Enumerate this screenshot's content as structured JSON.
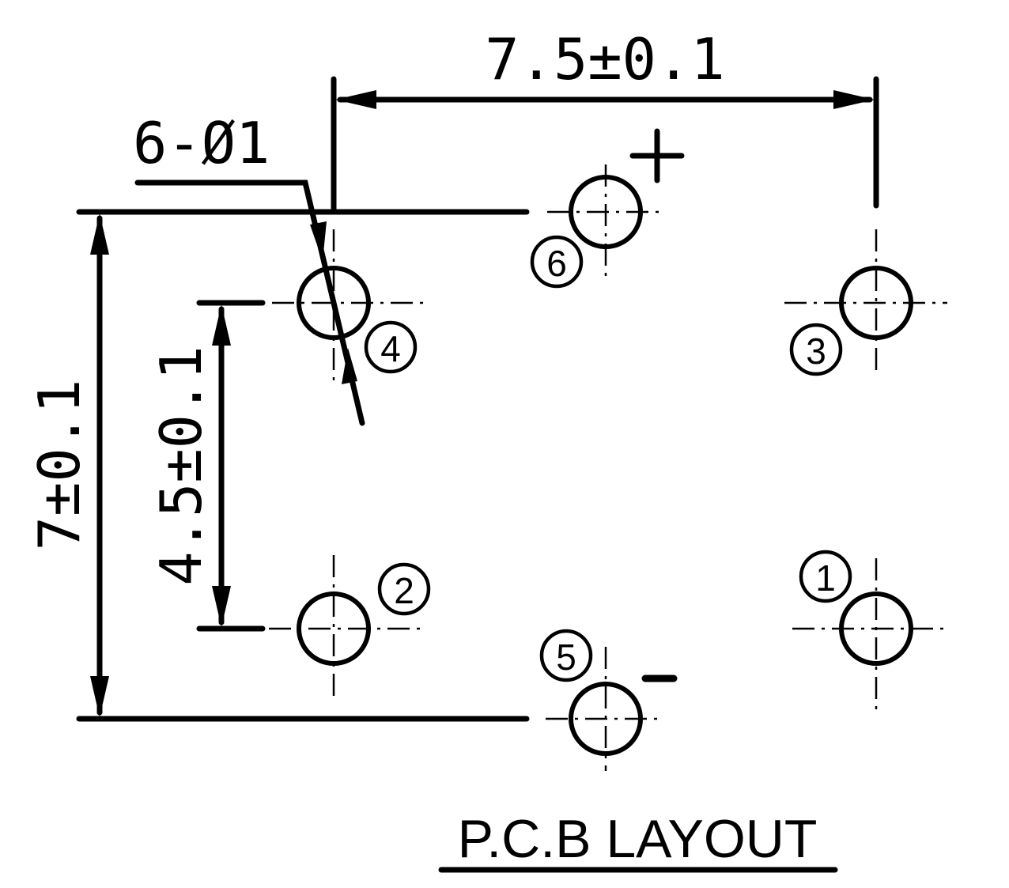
{
  "dimensions": {
    "top_width": "7.5±0.1",
    "hole_spec": "6-Ø1",
    "outer_height": "7±0.1",
    "inner_height": "4.5±0.1"
  },
  "polarity": {
    "plus": "+",
    "minus": "−"
  },
  "pins": [
    {
      "id": "pin-1",
      "label": "1"
    },
    {
      "id": "pin-2",
      "label": "2"
    },
    {
      "id": "pin-3",
      "label": "3"
    },
    {
      "id": "pin-4",
      "label": "4"
    },
    {
      "id": "pin-5",
      "label": "5"
    },
    {
      "id": "pin-6",
      "label": "6"
    }
  ],
  "title": "P.C.B LAYOUT"
}
